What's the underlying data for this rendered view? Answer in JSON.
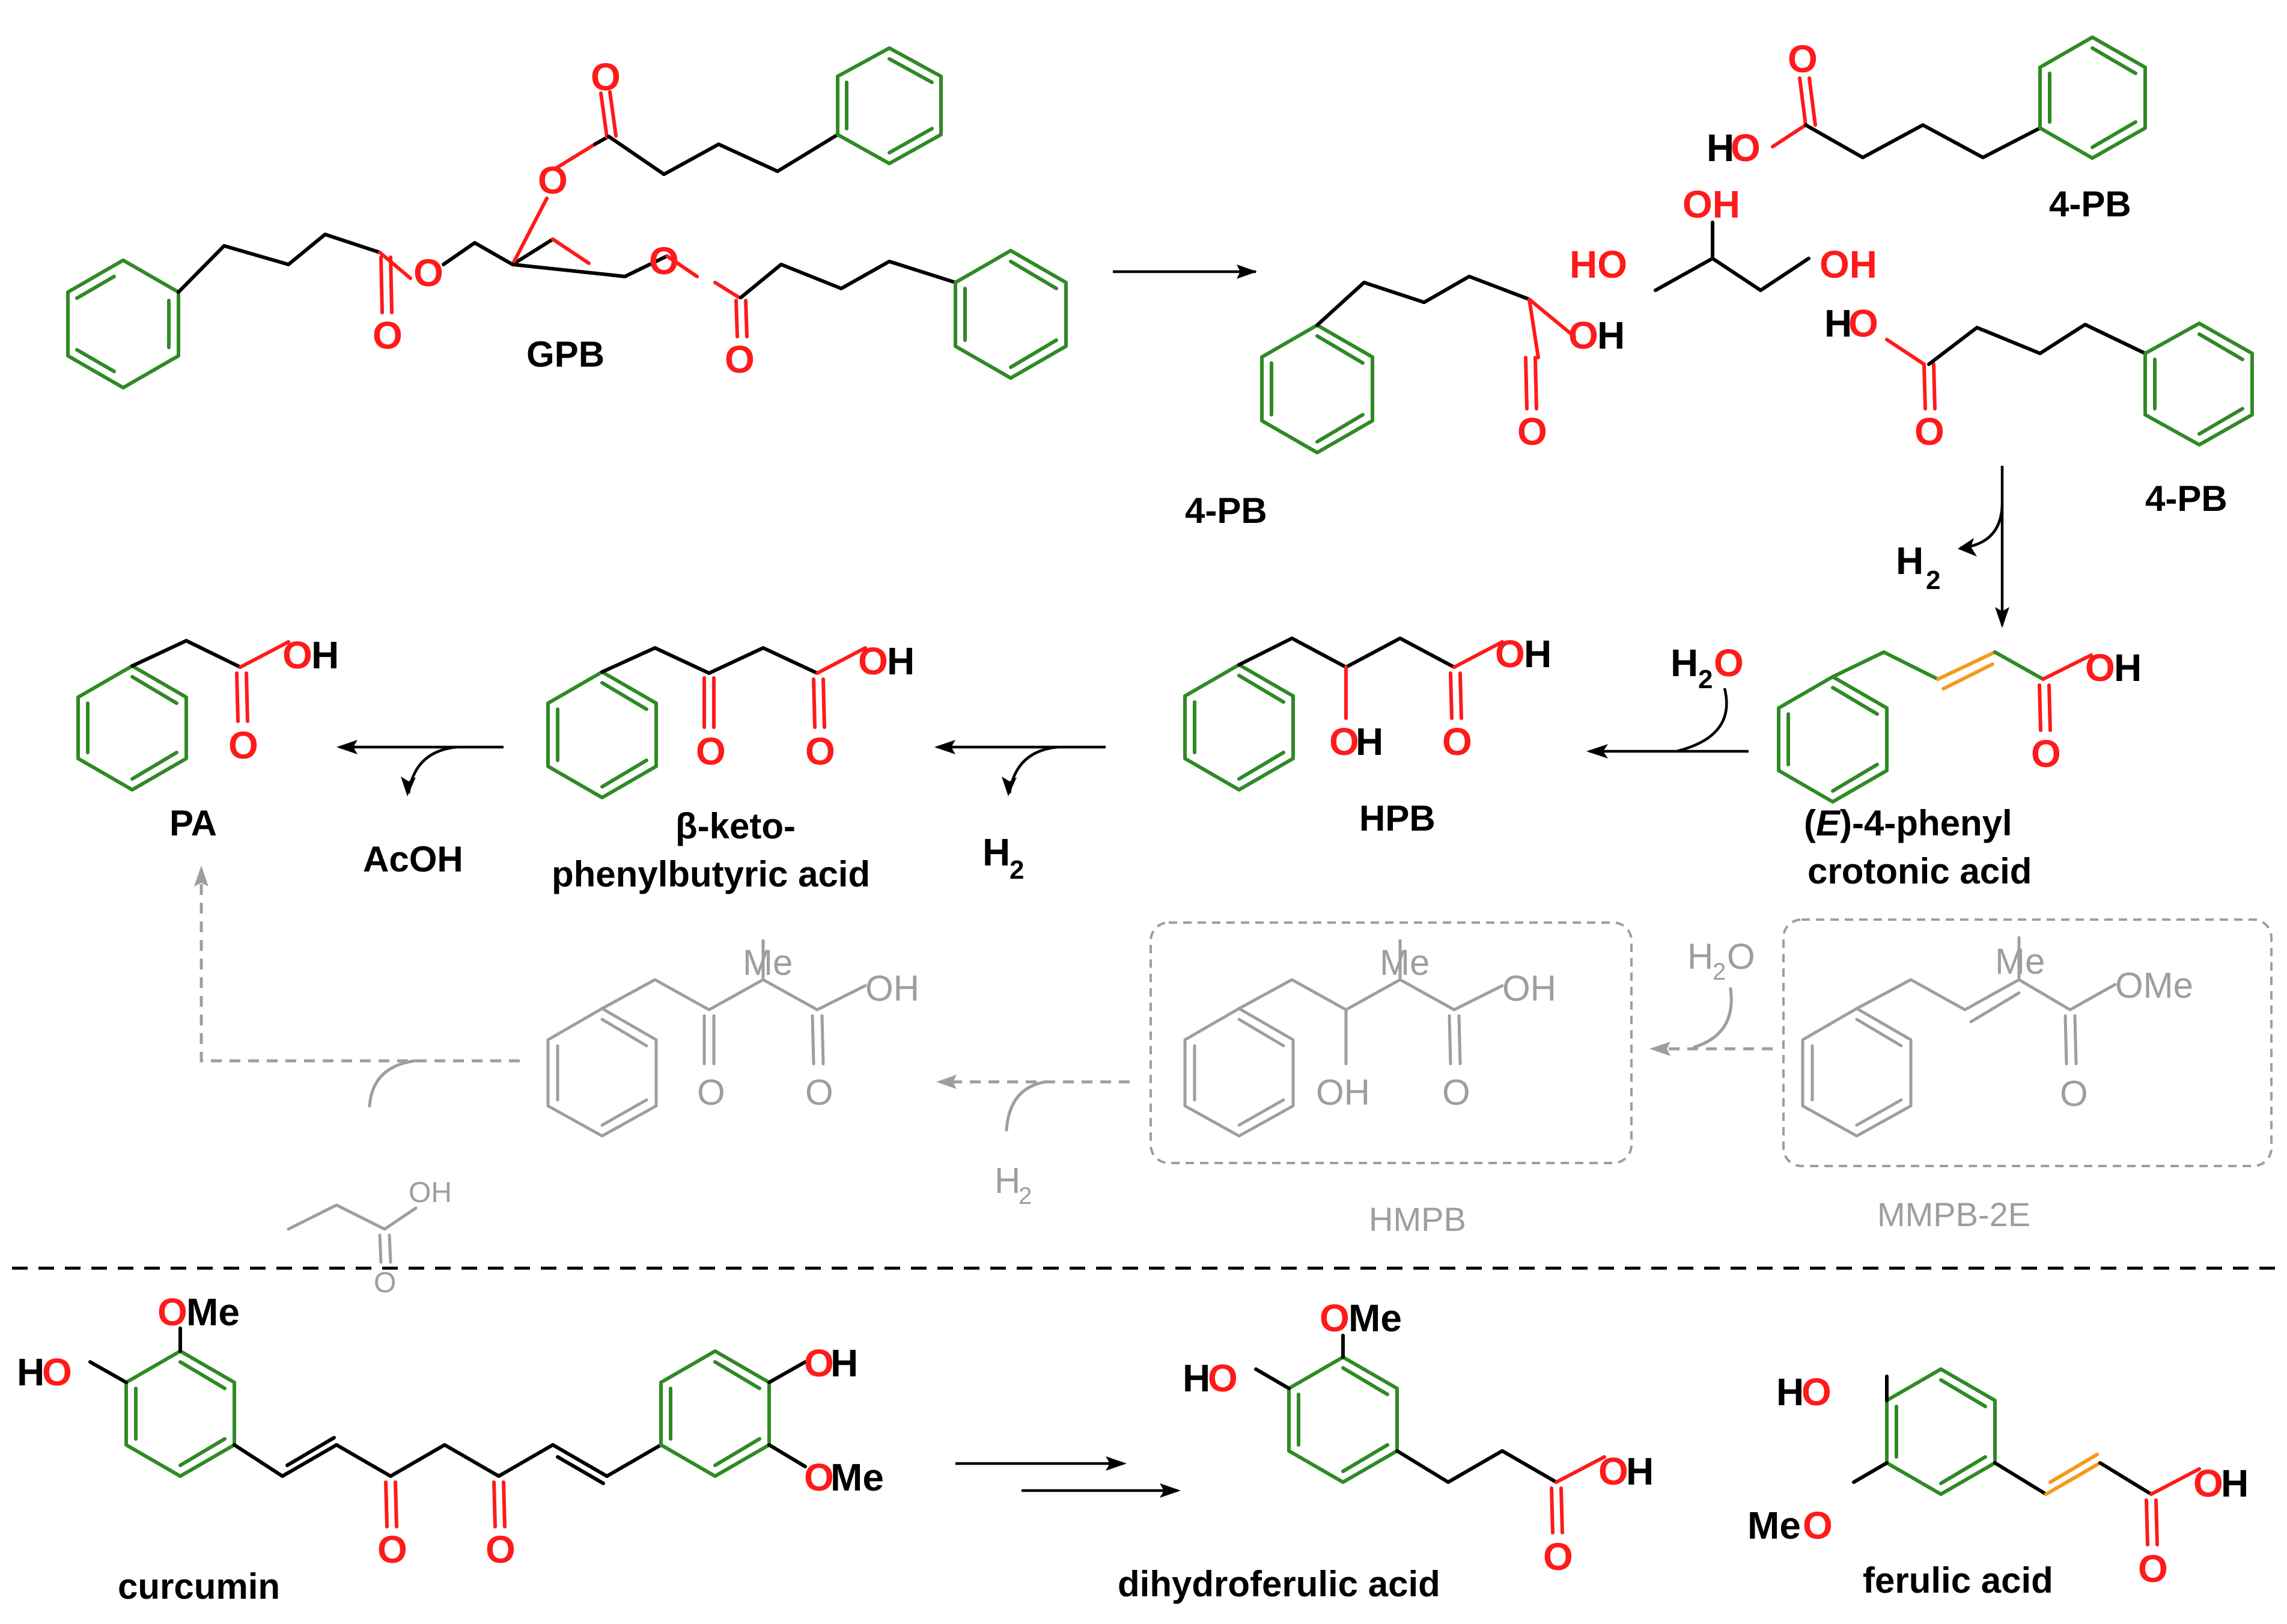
{
  "labels": {
    "gpb": "GPB",
    "pb_1": "4-PB",
    "pb_2": "4-PB",
    "pb_3": "4-PB",
    "hpb": "HPB",
    "pa": "PA",
    "acoh": "AcOH",
    "keto_1": "β-keto-",
    "keto_2": "phenylbutyric acid",
    "crot_1a": "(",
    "crot_1b": "E",
    "crot_1c": ")-4-phenyl",
    "crot_2": "crotonic acid",
    "hmpb": "HMPB",
    "mmpb": "MMPB-2E",
    "curcumin": "curcumin",
    "dihydroferulic": "dihydroferulic acid",
    "ferulic": "ferulic acid"
  },
  "atoms": {
    "O": "O",
    "OH": "OH",
    "HO": "HO",
    "H": "H",
    "OMe": "OMe",
    "Me": "Me",
    "MeO": "MeO",
    "H2": "H",
    "H2_sub": "2",
    "H2O_a": "H",
    "H2O_sub": "2",
    "H2O_b": "O"
  },
  "colors": {
    "ring": "#2f8a24",
    "oxygen": "#ff1a1a",
    "alkene": "#f39a1e",
    "faded": "#9e9e9e"
  }
}
